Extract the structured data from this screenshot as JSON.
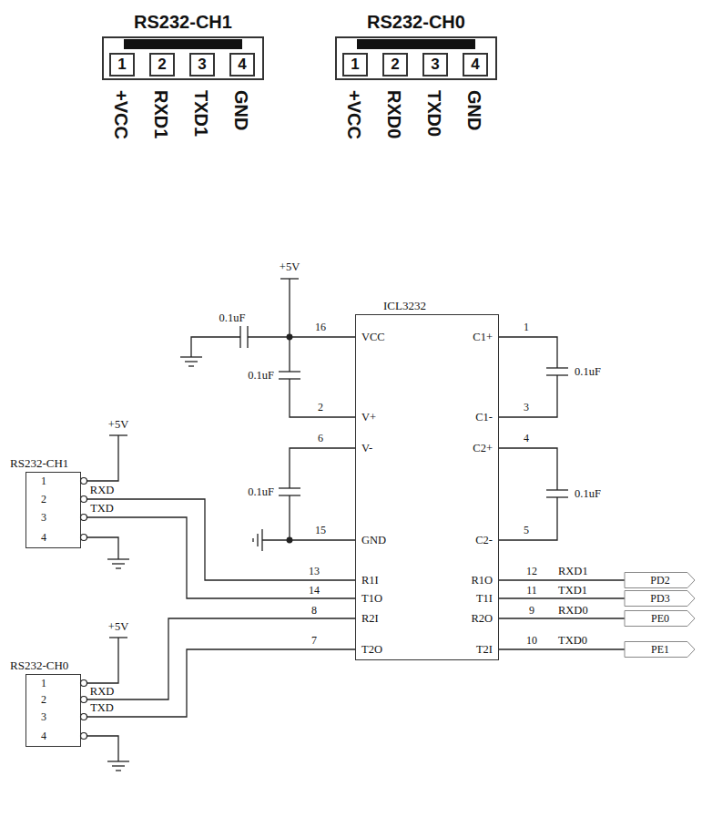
{
  "diagram": {
    "nodes": [
      {
        "text": [
          "RS232-CH1"
        ]
      },
      {
        "text": [
          "1"
        ],
        "in": 0
      },
      {
        "text": [
          "2"
        ],
        "in": 0
      },
      {
        "text": [
          "3"
        ],
        "in": 0
      },
      {
        "text": [
          "4"
        ],
        "in": 0
      },
      {
        "text": [
          "RS232-CH0"
        ]
      },
      {
        "text": [
          "1"
        ],
        "in": 5
      },
      {
        "text": [
          "2"
        ],
        "in": 5
      },
      {
        "text": [
          "3"
        ],
        "in": 5
      },
      {
        "text": [
          "4"
        ],
        "in": 5
      },
      {
        "text": [
          "ICL3232"
        ]
      },
      {
        "text": [
          "RS232-CH1"
        ]
      },
      {
        "text": [
          "RS232-CH0"
        ]
      },
      {
        "text": [
          "PD2"
        ]
      },
      {
        "text": [
          "PD3"
        ]
      },
      {
        "text": [
          "PE0"
        ]
      },
      {
        "text": [
          "PE1"
        ]
      }
    ],
    "edges": [
      {
        "from": 11,
        "to": 10,
        "arrow": "none"
      },
      {
        "from": 10,
        "to": 11,
        "arrow": "none"
      },
      {
        "from": 12,
        "to": 10,
        "arrow": "none"
      },
      {
        "from": 10,
        "to": 12,
        "arrow": "none"
      },
      {
        "from": 10,
        "to": 13,
        "arrow": "none"
      },
      {
        "from": 10,
        "to": 14,
        "arrow": "none"
      },
      {
        "from": 10,
        "to": 15,
        "arrow": "none"
      },
      {
        "from": 10,
        "to": 16,
        "arrow": "none"
      }
    ],
    "labels": [
      "+VCC",
      "RXD1",
      "TXD1",
      "GND",
      "+VCC",
      "RXD0",
      "TXD0",
      "GND",
      "+5V",
      "0.1uF",
      "0.1uF",
      "VCC",
      "16",
      "2",
      "V+",
      "C1+",
      "1",
      "C1-",
      "3",
      "0.1uF",
      "V-",
      "6",
      "C2+",
      "4",
      "0.1uF",
      "0.1uF",
      "GND",
      "15",
      "C2-",
      "5",
      "R1I",
      "13",
      "R1O",
      "12",
      "RXD1",
      "T1O",
      "14",
      "T1I",
      "11",
      "TXD1",
      "R2I",
      "8",
      "R2O",
      "9",
      "RXD0",
      "T2O",
      "7",
      "T2I",
      "10",
      "TXD0",
      "+5V",
      "1",
      "2",
      "3",
      "4",
      "RXD",
      "TXD",
      "+5V",
      "1",
      "2",
      "3",
      "4",
      "RXD",
      "TXD"
    ]
  }
}
